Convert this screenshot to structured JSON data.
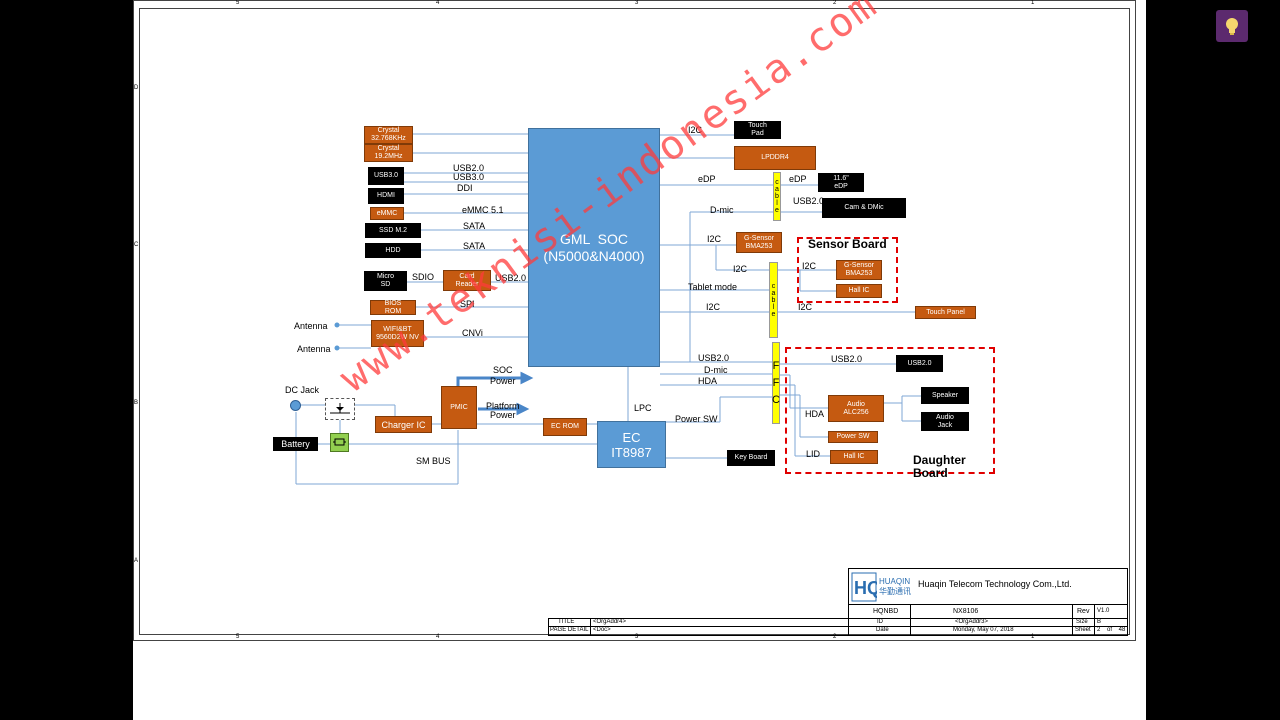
{
  "soc": {
    "title": "GML  SOC",
    "subtitle": "(N5000&N4000)"
  },
  "ec": {
    "title": "EC",
    "subtitle": "IT8987"
  },
  "left_blocks": [
    {
      "id": "crystal1",
      "label": "Crystal\n32.768KHz"
    },
    {
      "id": "crystal2",
      "label": "Crystal\n19.2MHz"
    },
    {
      "id": "usb30",
      "label": "USB3.0"
    },
    {
      "id": "hdmi",
      "label": "HDMI"
    },
    {
      "id": "emmc",
      "label": "eMMC"
    },
    {
      "id": "ssd",
      "label": "SSD  M.2"
    },
    {
      "id": "hdd",
      "label": "HDD"
    },
    {
      "id": "microsd",
      "label": "Micro\nSD"
    },
    {
      "id": "cardreader",
      "label": "Card\nReader"
    },
    {
      "id": "bios",
      "label": "BIOS\nROM"
    },
    {
      "id": "wifi",
      "label": "WIFI&BT\n9560D2W NV"
    }
  ],
  "left_labels": {
    "usb20": "USB2.0",
    "usb30": "USB3.0",
    "ddi": "DDI",
    "emmc51": "eMMC 5.1",
    "sata1": "SATA",
    "sata2": "SATA",
    "sdio": "SDIO",
    "usb20_card": "USB2.0",
    "spi": "SPI",
    "cnvi": "CNVi",
    "antenna1": "Antenna",
    "antenna2": "Antenna"
  },
  "power": {
    "dcjack": "DC Jack",
    "battery": "Battery",
    "charger": "Charger IC",
    "pmic": "PMIC",
    "soc_power": "SOC\nPower",
    "platform_power": "Platform\nPower",
    "smbus": "SM BUS",
    "ecrom": "EC ROM",
    "lpc": "LPC",
    "power_sw": "Power SW",
    "keyboard": "Key Board"
  },
  "right": {
    "i2c_tp": "I2C",
    "touchpad": "Touch\nPad",
    "lpddr4": "LPDDR4",
    "edp": "eDP",
    "edp2": "eDP",
    "display": "11.6\"\neDP",
    "usb20_cam": "USB2.0",
    "dmic": "D-mic",
    "cam": "Cam & DMic",
    "i2c_gs": "I2C",
    "gsensor": "G-Sensor\nBMA253",
    "cable1": "c\na\nb\nl\ne",
    "cable2": "c\na\nb\nl\ne",
    "i2c_sb": "I2C",
    "tablet_mode": "Tablet mode",
    "i2c_tpanel": "I2C",
    "i2c_tpanel2": "I2C",
    "touchpanel": "Touch Panel",
    "usb20_ffc": "USB2.0",
    "dmic2": "D-mic",
    "hda": "HDA",
    "ffc": "F\nF\nC"
  },
  "sensor_board": {
    "title": "Sensor Board",
    "i2c": "I2C",
    "gsensor": "G-Sensor\nBMA253",
    "hallic": "Hall IC"
  },
  "daughter_board": {
    "title": "Daughter\nBoard",
    "usb20": "USB2.0",
    "usb20_box": "USB2.0",
    "audio": "Audio\nALC256",
    "hda": "HDA",
    "speaker": "Speaker",
    "audiojack": "Audio\nJack",
    "powersw": "Power SW",
    "lid": "LID",
    "hallic": "Hall IC"
  },
  "title_block": {
    "company": "Huaqin Telecom Technology Com.,Ltd.",
    "logo_text": "HUAQIN",
    "logo_cn": "华勤通讯",
    "hqnbd": "HQNBD",
    "model": "NX8106",
    "rev_label": "Rev",
    "rev": "V1.0",
    "title_label": "TITLE",
    "title_val": "<OrgAddr4>",
    "pd_label": "PAGE DETAIL",
    "pd_val": "<Doc>",
    "id_label": "ID",
    "id_val": "<OrgAddr3>",
    "size_label": "Size",
    "size_val": "B",
    "date_label": "Date",
    "date_val": "Monday, May 07, 2018",
    "sheet_label": "Sheet",
    "sheet_val": "2    of    48"
  },
  "border_marks": {
    "top": [
      "5",
      "4",
      "3",
      "2",
      "1"
    ],
    "side": [
      "D",
      "C",
      "B",
      "A"
    ]
  },
  "watermark": "www.teknisi-indonesia.com"
}
